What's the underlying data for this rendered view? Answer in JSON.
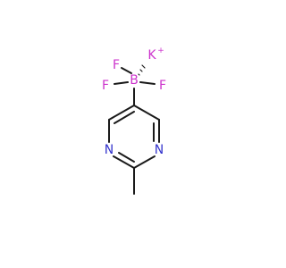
{
  "molecule": {
    "atoms": {
      "k": {
        "symbol": "K",
        "charge": "+"
      },
      "b": {
        "symbol": "B"
      },
      "f1": {
        "symbol": "F"
      },
      "f2": {
        "symbol": "F"
      },
      "f3": {
        "symbol": "F"
      },
      "n1": {
        "symbol": "N"
      },
      "n3": {
        "symbol": "N"
      }
    },
    "colors": {
      "bond": "#1a1a1a",
      "carbon": "#1a1a1a",
      "nitrogen": "#3333cc",
      "fluorine": "#cc33cc",
      "boron": "#cc33cc",
      "potassium": "#cc33cc"
    }
  }
}
